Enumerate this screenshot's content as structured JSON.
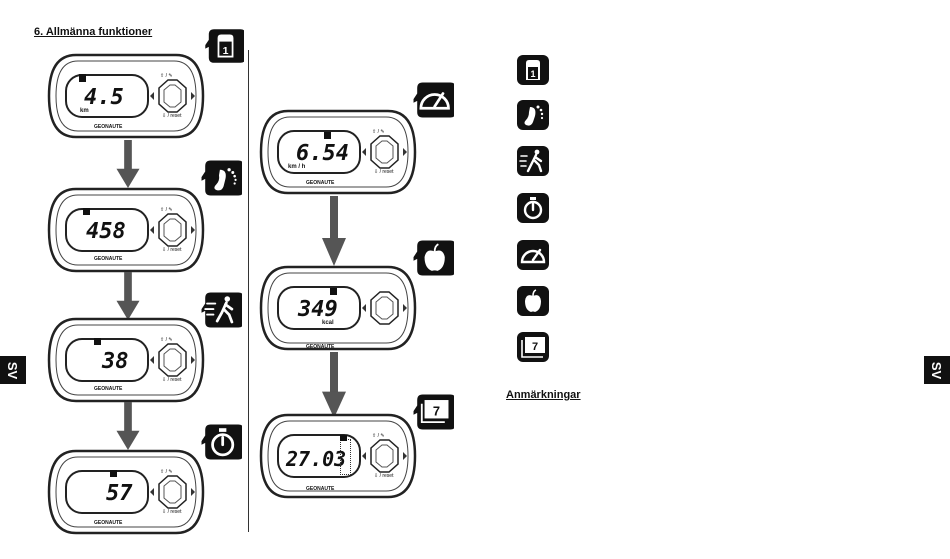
{
  "section_title": "6. Allmänna funktioner",
  "notes_title": "Anmärkningar",
  "side_tab_label": "SV",
  "brand": "GEONAUTE",
  "button_labels": {
    "up": "⇧ / ✎",
    "down": "⇩ / reset"
  },
  "devices": [
    {
      "id": "speed",
      "value": "4.5",
      "unit": "km",
      "icon": "page-1-icon"
    },
    {
      "id": "steps",
      "value": "458",
      "unit": "",
      "icon": "footsteps-icon"
    },
    {
      "id": "activity",
      "value": "38",
      "unit": "",
      "icon": "walker-icon"
    },
    {
      "id": "time",
      "value": "57",
      "unit": "",
      "icon": "stopwatch-icon"
    },
    {
      "id": "pace",
      "value": "6.54",
      "unit": "km / h",
      "icon": "speedometer-icon"
    },
    {
      "id": "calories",
      "value": "349",
      "unit": "kcal",
      "icon": "apple-icon"
    },
    {
      "id": "history",
      "value": "27.03",
      "unit": "",
      "icon": "calendar-7-icon"
    }
  ],
  "badge_digits": {
    "page": "1",
    "days": "7"
  },
  "legend_icons": [
    "page-1-icon",
    "footsteps-icon",
    "walker-icon",
    "stopwatch-icon",
    "speedometer-icon",
    "apple-icon",
    "calendar-7-icon"
  ]
}
